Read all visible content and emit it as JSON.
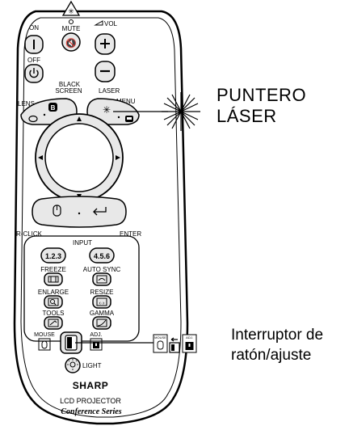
{
  "remote": {
    "labels": {
      "on": "ON",
      "mute": "MUTE",
      "vol": "VOL",
      "off": "OFF",
      "black_screen_1": "BLACK",
      "black_screen_2": "SCREEN",
      "laser": "LASER",
      "lens": "LENS",
      "menu": "MENU",
      "r_click": "R-CLICK",
      "enter": "ENTER",
      "input": "INPUT",
      "input1": "1.2.3",
      "input2": "4.5.6",
      "freeze": "FREEZE",
      "auto_sync": "AUTO SYNC",
      "enlarge": "ENLARGE",
      "resize": "RESIZE",
      "tools": "TOOLS",
      "gamma": "GAMMA",
      "mouse": "MOUSE",
      "adj": "ADJ.",
      "light": "LIGHT",
      "brand": "SHARP",
      "model": "LCD PROJECTOR",
      "series": "Conference Series"
    }
  },
  "callouts": {
    "laser_pointer": "PUNTERO\nLÁSER",
    "mouse_adjust_switch": "Interruptor de\nratón/ajuste",
    "switch_icon_mouse": "MOUSE",
    "switch_icon_adj": "ADJ."
  },
  "icons": [
    "on-icon",
    "laser-warning-icon",
    "mute-icon",
    "vol-plus-icon",
    "power-icon",
    "vol-minus-icon",
    "lens-button-icon",
    "menu-button-icon",
    "dpad-icon",
    "mouse-icon",
    "enter-arrow-icon",
    "freeze-icon",
    "auto-sync-icon",
    "enlarge-icon",
    "resize-icon",
    "tools-icon",
    "gamma-icon",
    "light-icon",
    "laser-burst-icon"
  ]
}
